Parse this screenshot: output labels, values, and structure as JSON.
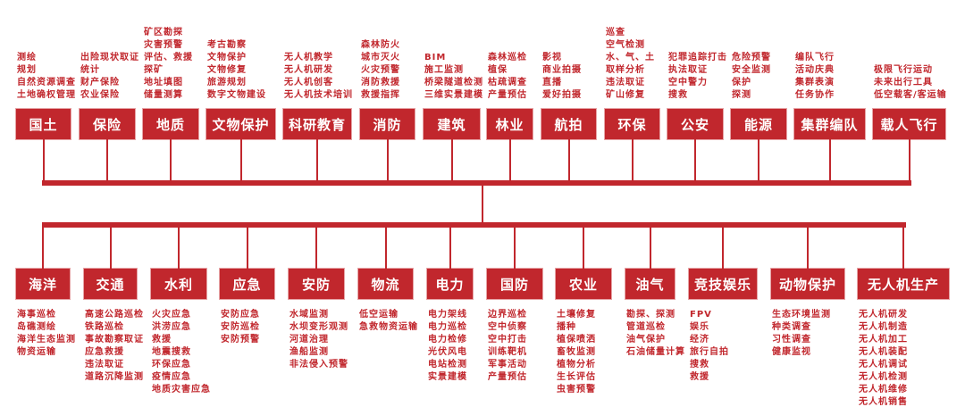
{
  "top": [
    {
      "label": "国土",
      "items": [
        "测绘",
        "规划",
        "自然资源调查",
        "土地确权管理"
      ]
    },
    {
      "label": "保险",
      "items": [
        "出险现状取证",
        "统计",
        "财产保险",
        "农业保险"
      ]
    },
    {
      "label": "地质",
      "items": [
        "矿区勘探",
        "灾害预警",
        "评估、救援",
        "探矿",
        "地址填图",
        "储量测算"
      ]
    },
    {
      "label": "文物保护",
      "items": [
        "考古勘察",
        "文物保护",
        "文物修复",
        "旅游规划",
        "数字文物建设"
      ]
    },
    {
      "label": "科研教育",
      "items": [
        "无人机教学",
        "无人机研发",
        "无人机创客",
        "无人机技术培训"
      ]
    },
    {
      "label": "消防",
      "items": [
        "森林防火",
        "城市灭火",
        "火灾预警",
        "消防救援",
        "救援指挥"
      ]
    },
    {
      "label": "建筑",
      "items": [
        "BIM",
        "施工监测",
        "桥梁隧道检测",
        "三维实景建模"
      ]
    },
    {
      "label": "林业",
      "items": [
        "森林巡检",
        "植保",
        "枯疏调查",
        "产量预估"
      ]
    },
    {
      "label": "航拍",
      "items": [
        "影视",
        "商业拍摄",
        "直播",
        "爱好拍摄"
      ]
    },
    {
      "label": "环保",
      "items": [
        "巡查",
        "空气检测",
        "水、气、土",
        "取样分析",
        "违法取证",
        "矿山修复"
      ]
    },
    {
      "label": "公安",
      "items": [
        "犯罪追踪打击",
        "执法取证",
        "空中警力",
        "搜救"
      ]
    },
    {
      "label": "能源",
      "items": [
        "危险预警",
        "安全监测",
        "保护",
        "探测"
      ]
    },
    {
      "label": "集群编队",
      "items": [
        "编队飞行",
        "活动庆典",
        "集群表演",
        "任务协作"
      ]
    },
    {
      "label": "载人飞行",
      "items": [
        "极限飞行运动",
        "未来出行工具",
        "低空载客/客运输"
      ]
    }
  ],
  "bottom": [
    {
      "label": "海洋",
      "items": [
        "海事巡检",
        "岛礁测绘",
        "海洋生态监测",
        "物资运输"
      ]
    },
    {
      "label": "交通",
      "items": [
        "高速公路巡检",
        "铁路巡检",
        "事故勘察取证",
        "应急救援",
        "违法取证",
        "道路沉降监测"
      ]
    },
    {
      "label": "水利",
      "items": [
        "火灾应急",
        "洪涝应急",
        "救援",
        "地震搜救",
        "环保应急",
        "疫情应急",
        "地质灾害应急"
      ]
    },
    {
      "label": "应急",
      "items": [
        "安防应急",
        "安防巡检",
        "安防预警"
      ]
    },
    {
      "label": "安防",
      "items": [
        "水域监测",
        "水坝变形观测",
        "河道治理",
        "渔船监测",
        "非法侵入预警"
      ]
    },
    {
      "label": "物流",
      "items": [
        "低空运输",
        "急救物资运输"
      ]
    },
    {
      "label": "电力",
      "items": [
        "电力架线",
        "电力巡检",
        "电力检修",
        "光伏风电",
        "电站检测",
        "实景建模"
      ]
    },
    {
      "label": "国防",
      "items": [
        "边界巡检",
        "空中侦察",
        "空中打击",
        "训练靶机",
        "军事活动",
        "产量预估"
      ]
    },
    {
      "label": "农业",
      "items": [
        "土壤修复",
        "播种",
        "植保喷洒",
        "畜牧监测",
        "植物分析",
        "生长评估",
        "虫害预警"
      ]
    },
    {
      "label": "油气",
      "items": [
        "勘探、探测",
        "管道巡检",
        "油气保护",
        "石油储量计算"
      ]
    },
    {
      "label": "竞技娱乐",
      "items": [
        "FPV",
        "娱乐",
        "经济",
        "旅行自拍",
        "搜救",
        "救援"
      ]
    },
    {
      "label": "动物保护",
      "items": [
        "生态环境监测",
        "种类调查",
        "习性调查",
        "健康监视"
      ]
    },
    {
      "label": "无人机生产",
      "items": [
        "无人机研发",
        "无人机制造",
        "无人机加工",
        "无人机装配",
        "无人机调试",
        "无人机检测",
        "无人机维修",
        "无人机销售"
      ]
    }
  ]
}
